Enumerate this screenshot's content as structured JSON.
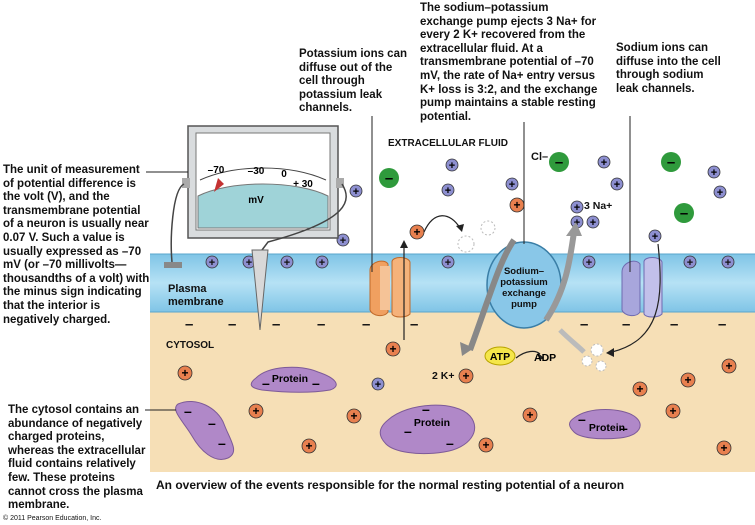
{
  "annotations": {
    "volt_note": "The unit of measurement of potential difference is the volt (V), and the transmembrane potential of a neuron is usually near 0.07 V. Such a value is usually expressed as –70 mV (or –70 millivolts—thousandths of a volt) with the minus sign indicating that the interior is negatively charged.",
    "potassium_note": "Potassium ions can diffuse out of the cell through potassium leak channels.",
    "pump_note": "The sodium–potassium exchange pump ejects 3 Na+ for every 2 K+ recovered from the extracellular fluid. At a transmembrane potential of –70 mV, the rate of Na+ entry versus K+ loss is 3:2, and the exchange pump maintains a stable resting potential.",
    "sodium_note": "Sodium ions can diffuse into the cell through sodium leak channels.",
    "protein_note": "The cytosol contains an abundance of negatively charged proteins, whereas the extracellular fluid contains relatively few. These proteins cannot cross the plasma membrane."
  },
  "regions": {
    "extracellular": "EXTRACELLULAR FLUID",
    "cytosol": "CYTOSOL",
    "membrane": "Plasma membrane"
  },
  "meter": {
    "unit": "mV",
    "scale": [
      "–70",
      "–30",
      "0",
      "+ 30"
    ]
  },
  "pump": {
    "label": "Sodium– potassium exchange pump",
    "na_label": "3 Na+",
    "k_label": "2 K+",
    "atp": "ATP",
    "adp": "ADP"
  },
  "ions": {
    "cl": "Cl–",
    "protein": "Protein"
  },
  "caption": "An overview of the events responsible for the normal resting potential of a neuron",
  "copyright": "© 2011 Pearson Education, Inc.",
  "colors": {
    "membrane": "#9fd6f0",
    "cytosol": "#f6dfb6",
    "potassium": "#e8804f",
    "sodium": "#8d8fd0",
    "chloride": "#2f9a3c",
    "protein": "#b088c8"
  }
}
